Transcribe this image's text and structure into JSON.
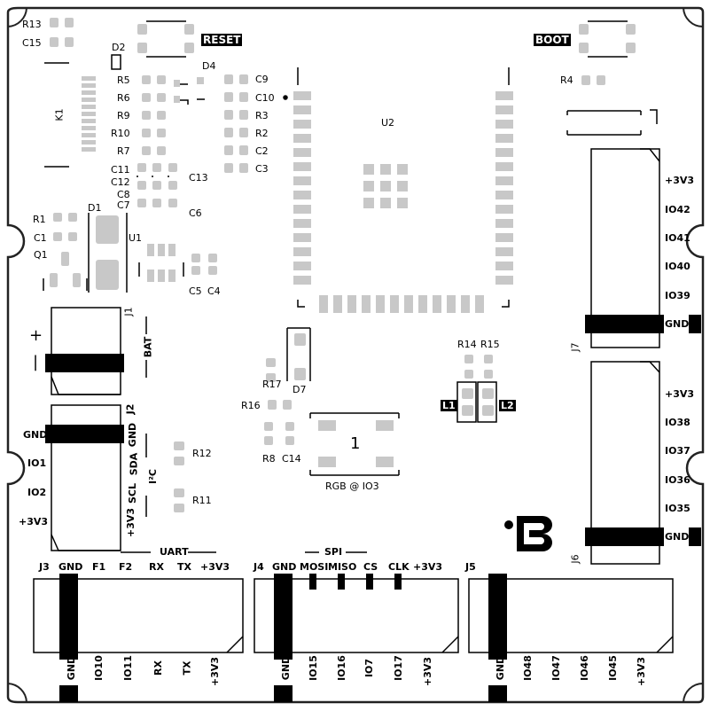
{
  "reference_designators": {
    "r13": "R13",
    "c15": "C15",
    "d2": "D2",
    "d4": "D4",
    "k1": "K1",
    "r5": "R5",
    "r6": "R6",
    "r9": "R9",
    "r10": "R10",
    "r7": "R7",
    "c9": "C9",
    "c10": "C10",
    "r3": "R3",
    "r2": "R2",
    "c2": "C2",
    "c3": "C3",
    "c11": "C11",
    "c12": "C12",
    "c13": "C13",
    "c8": "C8",
    "c7": "C7",
    "c6": "C6",
    "r1": "R1",
    "c1": "C1",
    "q1": "Q1",
    "d1": "D1",
    "u1": "U1",
    "c5": "C5",
    "c4": "C4",
    "u2": "U2",
    "r4": "R4",
    "j1": "J1",
    "j2": "J2",
    "j3": "J3",
    "j4": "J4",
    "j5": "J5",
    "j6": "J6",
    "j7": "J7",
    "r17": "R17",
    "d7": "D7",
    "r16": "R16",
    "r8": "R8",
    "c14": "C14",
    "r12": "R12",
    "r11": "R11",
    "r14": "R14",
    "r15": "R15",
    "l1": "L1",
    "l2": "L2"
  },
  "buttons": {
    "reset": "RESET",
    "boot": "BOOT"
  },
  "battery": {
    "title": "BAT",
    "plus": "+",
    "minus": "|"
  },
  "i2c": {
    "title": "I²C",
    "left_pins": [
      "GND",
      "IO1",
      "IO2",
      "+3V3"
    ],
    "right_pins": [
      "GND",
      "SDA",
      "SCL",
      "+3V3"
    ]
  },
  "rgb": {
    "number": "1",
    "caption": "RGB @ IO3"
  },
  "uart": {
    "title": "UART",
    "top_pins": [
      "GND",
      "F1",
      "F2",
      "RX",
      "TX",
      "+3V3"
    ],
    "bottom_pins": [
      "GND",
      "IO10",
      "IO11",
      "RX",
      "TX",
      "+3V3"
    ]
  },
  "spi": {
    "title": "SPI",
    "top_pins": [
      "GND",
      "MOSI",
      "MISO",
      "CS",
      "CLK",
      "+3V3"
    ],
    "bottom_pins": [
      "GND",
      "IO15",
      "IO16",
      "IO7",
      "IO17",
      "+3V3"
    ]
  },
  "j5": {
    "bottom_pins": [
      "GND",
      "IO48",
      "IO47",
      "IO46",
      "IO45",
      "+3V3"
    ]
  },
  "j7": {
    "pins": [
      "+3V3",
      "IO42",
      "IO41",
      "IO40",
      "IO39",
      "GND"
    ]
  },
  "j6": {
    "pins": [
      "+3V3",
      "IO38",
      "IO37",
      "IO36",
      "IO35",
      "GND"
    ]
  },
  "colors": {
    "pad": "#c8c8c8",
    "ink": "#000000",
    "board": "#ffffff"
  }
}
